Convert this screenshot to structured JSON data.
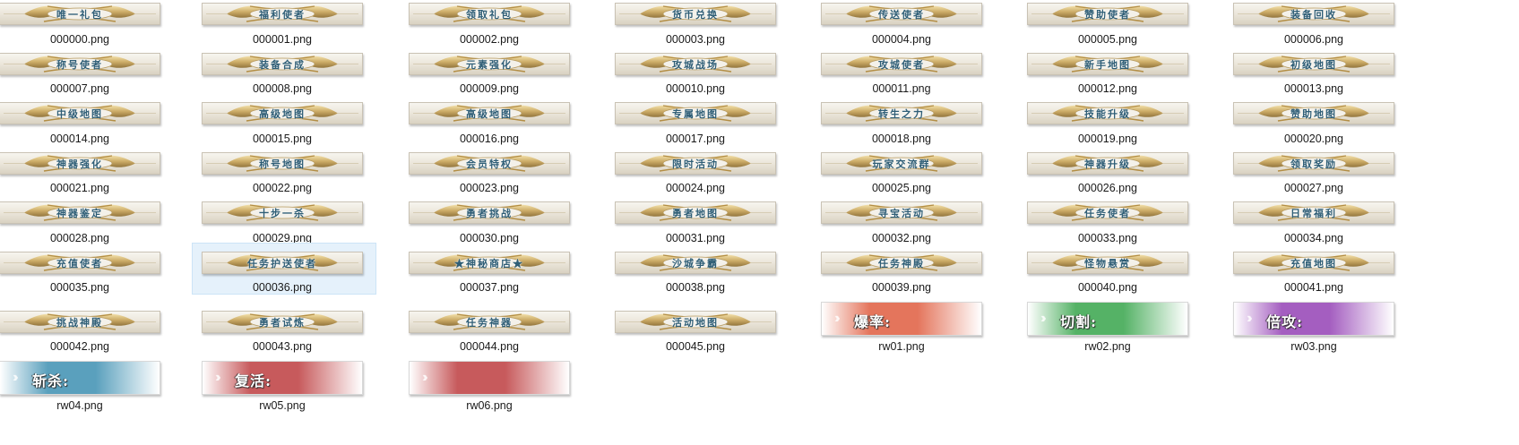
{
  "files": [
    {
      "name": "000000.png",
      "plaque": "唯一礼包"
    },
    {
      "name": "000001.png",
      "plaque": "福利使者"
    },
    {
      "name": "000002.png",
      "plaque": "领取礼包"
    },
    {
      "name": "000003.png",
      "plaque": "货币兑换"
    },
    {
      "name": "000004.png",
      "plaque": "传送使者"
    },
    {
      "name": "000005.png",
      "plaque": "赞助使者"
    },
    {
      "name": "000006.png",
      "plaque": "装备回收"
    },
    {
      "name": "000007.png",
      "plaque": "称号使者"
    },
    {
      "name": "000008.png",
      "plaque": "装备合成"
    },
    {
      "name": "000009.png",
      "plaque": "元素强化"
    },
    {
      "name": "000010.png",
      "plaque": "攻城战场"
    },
    {
      "name": "000011.png",
      "plaque": "攻城使者"
    },
    {
      "name": "000012.png",
      "plaque": "新手地图"
    },
    {
      "name": "000013.png",
      "plaque": "初级地图"
    },
    {
      "name": "000014.png",
      "plaque": "中级地图"
    },
    {
      "name": "000015.png",
      "plaque": "高级地图"
    },
    {
      "name": "000016.png",
      "plaque": "高级地图"
    },
    {
      "name": "000017.png",
      "plaque": "专属地图"
    },
    {
      "name": "000018.png",
      "plaque": "转生之力"
    },
    {
      "name": "000019.png",
      "plaque": "技能升级"
    },
    {
      "name": "000020.png",
      "plaque": "赞助地图"
    },
    {
      "name": "000021.png",
      "plaque": "神器强化"
    },
    {
      "name": "000022.png",
      "plaque": "称号地图"
    },
    {
      "name": "000023.png",
      "plaque": "会员特权"
    },
    {
      "name": "000024.png",
      "plaque": "限时活动"
    },
    {
      "name": "000025.png",
      "plaque": "玩家交流群"
    },
    {
      "name": "000026.png",
      "plaque": "神器升级"
    },
    {
      "name": "000027.png",
      "plaque": "领取奖励"
    },
    {
      "name": "000028.png",
      "plaque": "神器鉴定"
    },
    {
      "name": "000029.png",
      "plaque": "十步一杀"
    },
    {
      "name": "000030.png",
      "plaque": "勇者挑战"
    },
    {
      "name": "000031.png",
      "plaque": "勇者地图"
    },
    {
      "name": "000032.png",
      "plaque": "寻宝活动"
    },
    {
      "name": "000033.png",
      "plaque": "任务使者"
    },
    {
      "name": "000034.png",
      "plaque": "日常福利"
    },
    {
      "name": "000035.png",
      "plaque": "充值使者"
    },
    {
      "name": "000036.png",
      "plaque": "任务护送使者"
    },
    {
      "name": "000037.png",
      "plaque": "★神秘商店★"
    },
    {
      "name": "000038.png",
      "plaque": "沙城争霸"
    },
    {
      "name": "000039.png",
      "plaque": "任务神殿"
    },
    {
      "name": "000040.png",
      "plaque": "怪物悬赏"
    },
    {
      "name": "000041.png",
      "plaque": "充值地图"
    },
    {
      "name": "000042.png",
      "plaque": "挑战神殿"
    },
    {
      "name": "000043.png",
      "plaque": "勇者试炼"
    },
    {
      "name": "000044.png",
      "plaque": "任务神器"
    },
    {
      "name": "000045.png",
      "plaque": "活动地图"
    },
    {
      "name": "rw01.png",
      "label": "爆率:",
      "color": "#e4755c"
    },
    {
      "name": "rw02.png",
      "label": "切割:",
      "color": "#55b266"
    },
    {
      "name": "rw03.png",
      "label": "倍攻:",
      "color": "#a45ec0"
    },
    {
      "name": "rw04.png",
      "label": "斩杀:",
      "color": "#5aa0bd"
    },
    {
      "name": "rw05.png",
      "label": "复活:",
      "color": "#c75a5c"
    },
    {
      "name": "rw06.png",
      "label": "",
      "color": "#c75a5c"
    }
  ],
  "selected_index": 36,
  "colors": {
    "selection_bg": "#e5f1fb",
    "plaque_text": "#2f5e76",
    "gold_ornament": "#c9a55a"
  }
}
